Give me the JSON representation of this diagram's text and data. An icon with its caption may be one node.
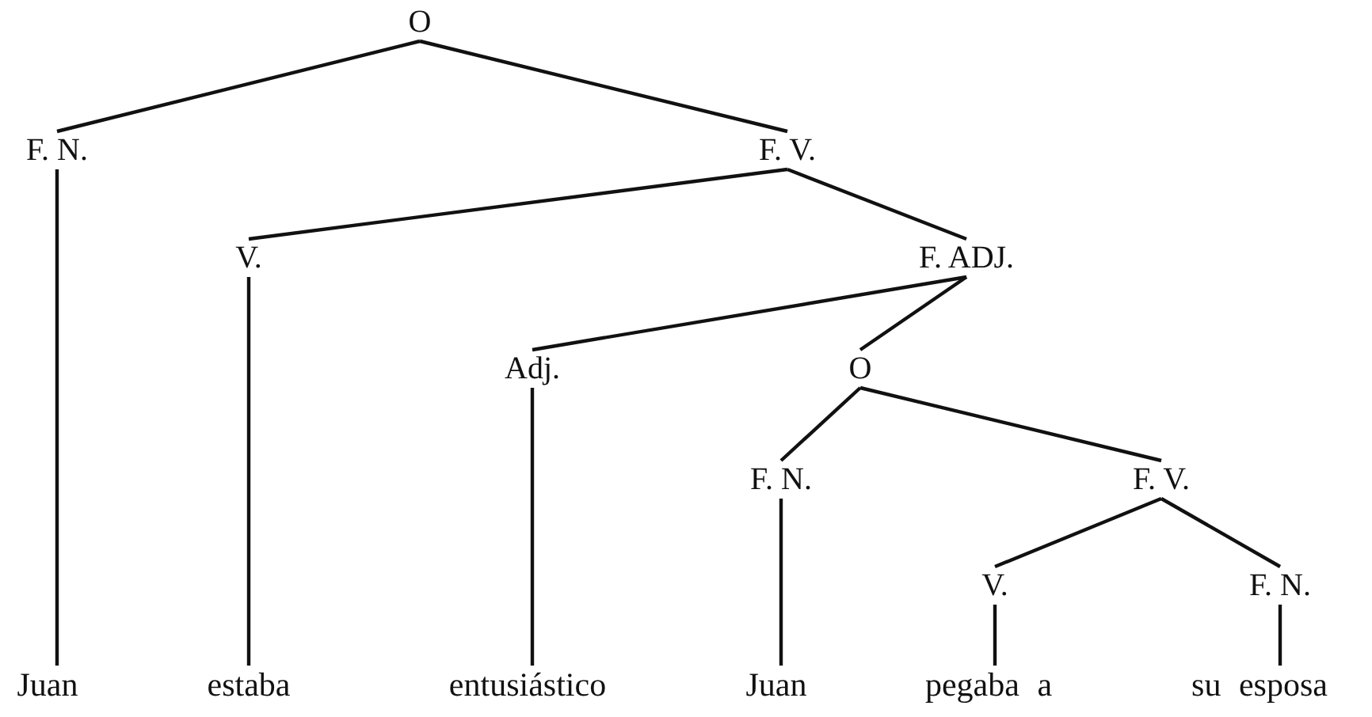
{
  "diagram": {
    "nodes": [
      {
        "text": [
          "O"
        ]
      },
      {
        "text": [
          "F. N."
        ]
      },
      {
        "text": [
          "F. V."
        ]
      },
      {
        "text": [
          "V."
        ]
      },
      {
        "text": [
          "F. ADJ."
        ]
      },
      {
        "text": [
          "Adj."
        ]
      },
      {
        "text": [
          "O"
        ]
      },
      {
        "text": [
          "F. N."
        ]
      },
      {
        "text": [
          "F. V."
        ]
      },
      {
        "text": [
          "V."
        ]
      },
      {
        "text": [
          "F. N."
        ]
      },
      {
        "text": [
          "Juan"
        ]
      },
      {
        "text": [
          "estaba"
        ]
      },
      {
        "text": [
          "entusiástico"
        ]
      },
      {
        "text": [
          "Juan"
        ]
      },
      {
        "text": [
          "pegaba a"
        ]
      },
      {
        "text": [
          "su esposa"
        ]
      }
    ],
    "edges": [
      {
        "from": 0,
        "to": 1,
        "arrow": "none"
      },
      {
        "from": 0,
        "to": 2,
        "arrow": "none"
      },
      {
        "from": 1,
        "to": 11,
        "arrow": "none"
      },
      {
        "from": 2,
        "to": 3,
        "arrow": "none"
      },
      {
        "from": 2,
        "to": 4,
        "arrow": "none"
      },
      {
        "from": 3,
        "to": 12,
        "arrow": "none"
      },
      {
        "from": 4,
        "to": 5,
        "arrow": "none"
      },
      {
        "from": 4,
        "to": 6,
        "arrow": "none"
      },
      {
        "from": 5,
        "to": 13,
        "arrow": "none"
      },
      {
        "from": 6,
        "to": 7,
        "arrow": "none"
      },
      {
        "from": 6,
        "to": 8,
        "arrow": "none"
      },
      {
        "from": 7,
        "to": 14,
        "arrow": "none"
      },
      {
        "from": 8,
        "to": 9,
        "arrow": "none"
      },
      {
        "from": 8,
        "to": 10,
        "arrow": "none"
      },
      {
        "from": 9,
        "to": 15,
        "arrow": "none"
      },
      {
        "from": 10,
        "to": 16,
        "arrow": "none"
      }
    ]
  }
}
